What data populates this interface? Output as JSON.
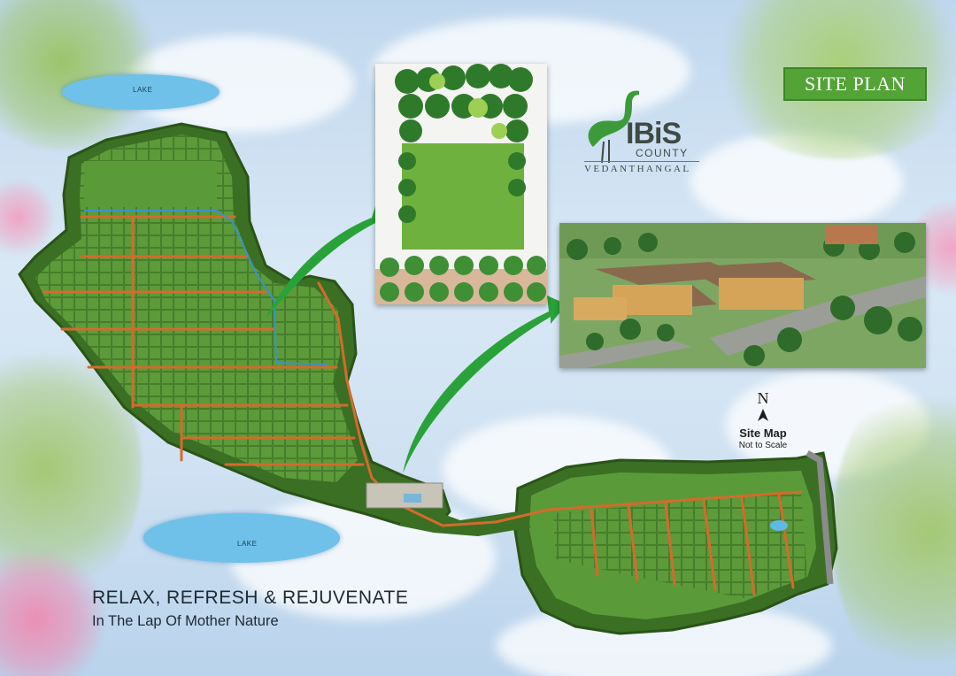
{
  "badge": {
    "text": "SITE PLAN"
  },
  "logo": {
    "name": "IBiS",
    "subname": "COUNTY",
    "place": "VEDANTHANGAL"
  },
  "lakes": [
    {
      "label": "LAKE"
    },
    {
      "label": "LAKE"
    }
  ],
  "compass": {
    "north": "N",
    "title": "Site Map",
    "note": "Not to Scale"
  },
  "tagline": {
    "line1": "RELAX, REFRESH & REJUVENATE",
    "line2": "In The Lap Of Mother Nature"
  },
  "colors": {
    "road": "#d46b2c",
    "plot": "#4f8a32",
    "plot_alt": "#5d9a3a",
    "border": "#2f5d1c",
    "badge": "#53a336",
    "lake": "#6fc1ea",
    "arrow": "#2aa23a"
  },
  "icons": {
    "north_arrow": "arrow-up-icon",
    "ibis_bird": "ibis-bird-icon"
  }
}
